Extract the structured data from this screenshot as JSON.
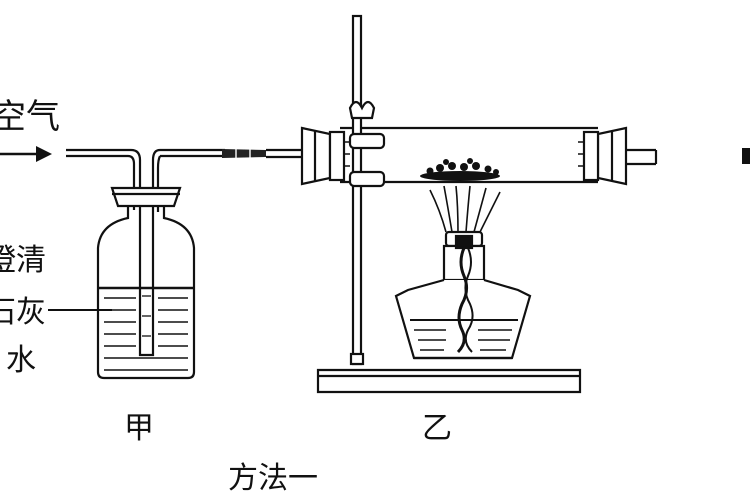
{
  "labels": {
    "air": "空气",
    "limewater_line1": "澄清",
    "limewater_line2": "石灰",
    "limewater_line3": "水",
    "bottle_jia": "甲",
    "apparatus_yi": "乙",
    "method": "方法一"
  },
  "colors": {
    "ink": "#111111",
    "background": "#ffffff",
    "rubber": "#444444"
  }
}
